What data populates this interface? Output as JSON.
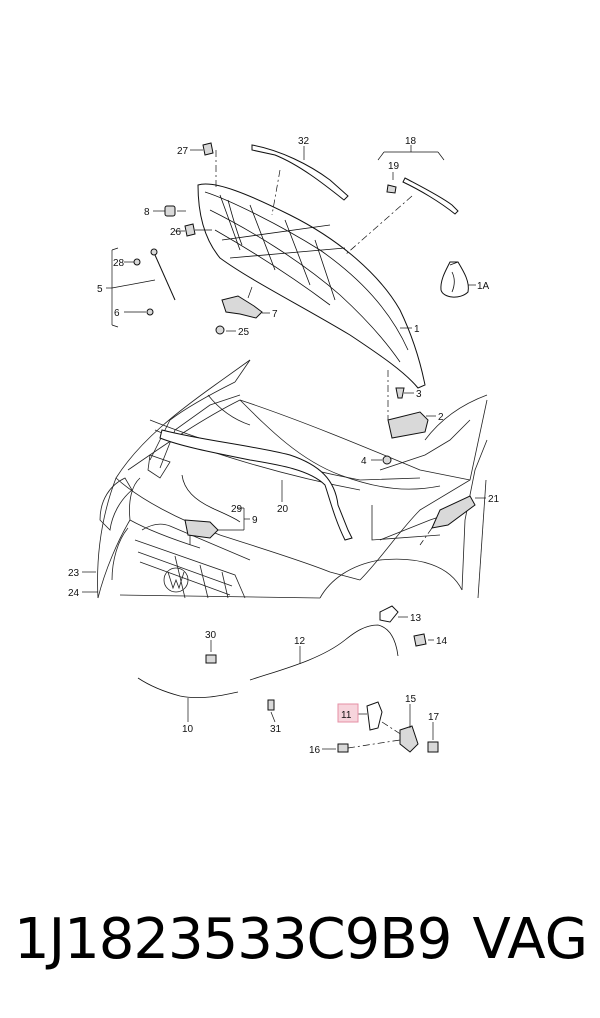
{
  "diagram": {
    "labels": {
      "p1": "1",
      "p1a": "1A",
      "p2": "2",
      "p3": "3",
      "p4": "4",
      "p5": "5",
      "p6": "6",
      "p7": "7",
      "p8": "8",
      "p9": "9",
      "p10": "10",
      "p11": "11",
      "p12": "12",
      "p13": "13",
      "p14": "14",
      "p15": "15",
      "p16": "16",
      "p17": "17",
      "p18": "18",
      "p19": "19",
      "p20": "20",
      "p21": "21",
      "p23": "23",
      "p24": "24",
      "p25": "25",
      "p26": "26",
      "p27": "27",
      "p28": "28",
      "p29": "29",
      "p30": "30",
      "p31": "31",
      "p32": "32"
    },
    "highlighted_part": "11",
    "highlight_color": "#f7d4dc"
  },
  "footer": {
    "part_number": "1J1823533C9B9",
    "brand": "VAG"
  }
}
